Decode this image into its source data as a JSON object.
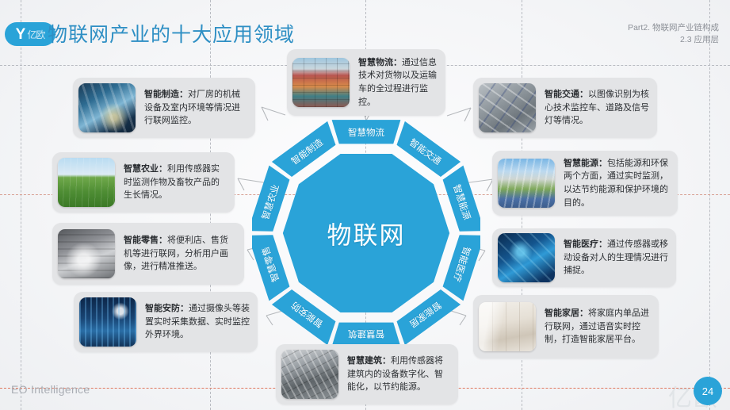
{
  "header": {
    "logo_mark": "Y",
    "logo_word": "亿欧",
    "title": "物联网产业的十大应用领域",
    "corner_line1": "Part2. 物联网产业链构成",
    "corner_line2": "2.3 应用层"
  },
  "footer": {
    "brand": "EO Intelligence",
    "page_number": "24",
    "watermark": "亿欧"
  },
  "colors": {
    "accent": "#2aa3d8",
    "title": "#2e8fc4",
    "card_bg": "#e3e4e6",
    "slide_bg": "#f2f3f5"
  },
  "diagram": {
    "center_label": "物联网",
    "segments": [
      {
        "label": "智慧物流",
        "angle": 0
      },
      {
        "label": "智能交通",
        "angle": 36
      },
      {
        "label": "智慧能源",
        "angle": 72
      },
      {
        "label": "智能医疗",
        "angle": 108
      },
      {
        "label": "智能家居",
        "angle": 144
      },
      {
        "label": "智慧建筑",
        "angle": 180
      },
      {
        "label": "智能安防",
        "angle": 216
      },
      {
        "label": "智慧零售",
        "angle": 252
      },
      {
        "label": "智慧农业",
        "angle": 288
      },
      {
        "label": "智能制造",
        "angle": 324
      }
    ]
  },
  "callouts": [
    {
      "id": "logistics",
      "title": "智慧物流：",
      "body": "通过信息技术对货物以及运输车的全过程进行监控。",
      "thumb": "shipping-containers-photo"
    },
    {
      "id": "manufacturing",
      "title": "智能制造：",
      "body": "对厂房的机械设备及室内环境等情况进行联网监控。",
      "thumb": "factory-machinery-photo"
    },
    {
      "id": "agriculture",
      "title": "智慧农业：",
      "body": "利用传感器实时监测作物及畜牧产品的生长情况。",
      "thumb": "green-farm-field-photo"
    },
    {
      "id": "retail",
      "title": "智能零售：",
      "body": "将便利店、售货机等进行联网，分析用户画像，进行精准推送。",
      "thumb": "retail-store-photo"
    },
    {
      "id": "security",
      "title": "智能安防：",
      "body": "通过摄像头等装置实时采集数据、实时监控外界环境。",
      "thumb": "surveillance-camera-city-photo"
    },
    {
      "id": "traffic",
      "title": "智能交通：",
      "body": "以图像识别为核心技术监控车、道路及信号灯等情况。",
      "thumb": "road-intersection-photo"
    },
    {
      "id": "energy",
      "title": "智慧能源：",
      "body": "包括能源和环保两个方面，通过实时监测，以达节约能源和保护环境的目的。",
      "thumb": "power-plant-solar-photo"
    },
    {
      "id": "medical",
      "title": "智能医疗：",
      "body": "通过传感器或移动设备对人的生理情况进行捕捉。",
      "thumb": "medical-tech-photo"
    },
    {
      "id": "home",
      "title": "智能家居：",
      "body": "将家庭内单品进行联网，通过语音实时控制，打造智能家居平台。",
      "thumb": "living-room-interior-photo"
    },
    {
      "id": "building",
      "title": "智慧建筑：",
      "body": "利用传感器将建筑内的设备数字化、智能化，以节约能源。",
      "thumb": "skyscraper-photo"
    }
  ]
}
